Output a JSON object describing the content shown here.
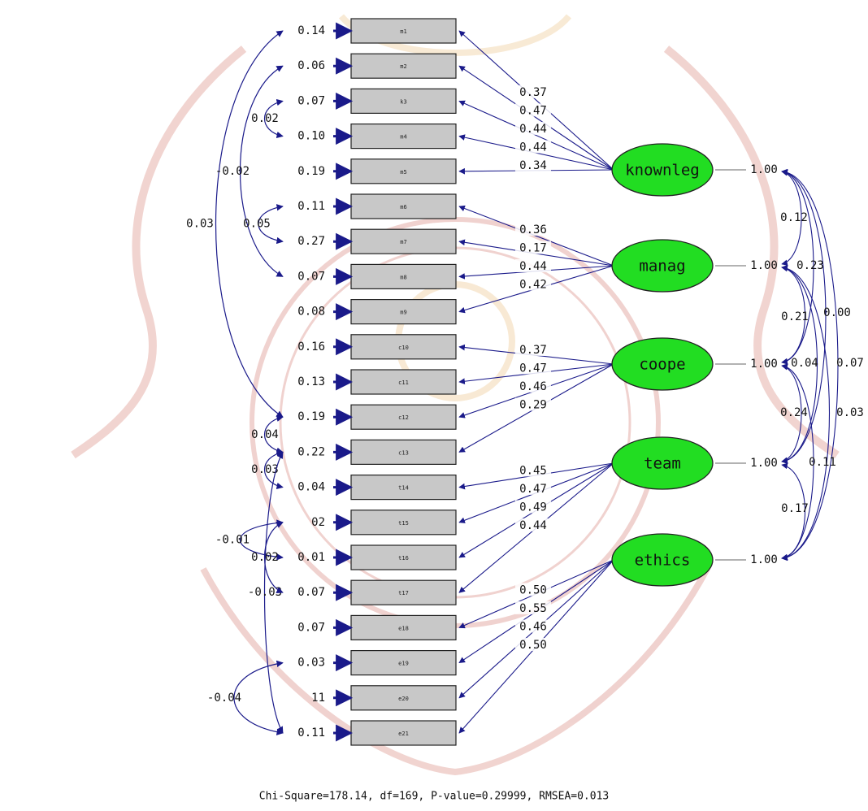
{
  "indicators": [
    {
      "code": "m1",
      "error": "0.14"
    },
    {
      "code": "m2",
      "error": "0.06"
    },
    {
      "code": "k3",
      "error": "0.07"
    },
    {
      "code": "m4",
      "error": "0.10"
    },
    {
      "code": "m5",
      "error": "0.19"
    },
    {
      "code": "m6",
      "error": "0.11"
    },
    {
      "code": "m7",
      "error": "0.27"
    },
    {
      "code": "m8",
      "error": "0.07"
    },
    {
      "code": "m9",
      "error": "0.08"
    },
    {
      "code": "c10",
      "error": "0.16"
    },
    {
      "code": "c11",
      "error": "0.13"
    },
    {
      "code": "c12",
      "error": "0.19"
    },
    {
      "code": "c13",
      "error": "0.22"
    },
    {
      "code": "t14",
      "error": "0.04"
    },
    {
      "code": "t15",
      "error": "02"
    },
    {
      "code": "t16",
      "error": "0.01"
    },
    {
      "code": "t17",
      "error": "0.07"
    },
    {
      "code": "e18",
      "error": "0.07"
    },
    {
      "code": "e19",
      "error": "0.03"
    },
    {
      "code": "e20",
      "error": "11"
    },
    {
      "code": "e21",
      "error": "0.11"
    }
  ],
  "latents": [
    {
      "name": "knownleg",
      "variance": "1.00"
    },
    {
      "name": "manag",
      "variance": "1.00"
    },
    {
      "name": "coope",
      "variance": "1.00"
    },
    {
      "name": "team",
      "variance": "1.00"
    },
    {
      "name": "ethics",
      "variance": "1.00"
    }
  ],
  "loadings": [
    {
      "latent": 0,
      "indicator": 0,
      "value": "0.37"
    },
    {
      "latent": 0,
      "indicator": 1,
      "value": "0.47"
    },
    {
      "latent": 0,
      "indicator": 2,
      "value": "0.44"
    },
    {
      "latent": 0,
      "indicator": 3,
      "value": "0.44"
    },
    {
      "latent": 0,
      "indicator": 4,
      "value": "0.34"
    },
    {
      "latent": 1,
      "indicator": 5,
      "value": "0.36"
    },
    {
      "latent": 1,
      "indicator": 6,
      "value": "0.17"
    },
    {
      "latent": 1,
      "indicator": 7,
      "value": "0.44"
    },
    {
      "latent": 1,
      "indicator": 8,
      "value": "0.42"
    },
    {
      "latent": 2,
      "indicator": 9,
      "value": "0.37"
    },
    {
      "latent": 2,
      "indicator": 10,
      "value": "0.47"
    },
    {
      "latent": 2,
      "indicator": 11,
      "value": "0.46"
    },
    {
      "latent": 2,
      "indicator": 12,
      "value": "0.29"
    },
    {
      "latent": 3,
      "indicator": 13,
      "value": "0.45"
    },
    {
      "latent": 3,
      "indicator": 14,
      "value": "0.47"
    },
    {
      "latent": 3,
      "indicator": 15,
      "value": "0.49"
    },
    {
      "latent": 3,
      "indicator": 16,
      "value": "0.44"
    },
    {
      "latent": 4,
      "indicator": 17,
      "value": "0.50"
    },
    {
      "latent": 4,
      "indicator": 18,
      "value": "0.55"
    },
    {
      "latent": 4,
      "indicator": 19,
      "value": "0.46"
    },
    {
      "latent": 4,
      "indicator": 20,
      "value": "0.50"
    }
  ],
  "error_covariances": [
    {
      "from": 0,
      "to": 11,
      "value": "0.03"
    },
    {
      "from": 1,
      "to": 7,
      "value": "-0.02"
    },
    {
      "from": 2,
      "to": 3,
      "value": "0.02"
    },
    {
      "from": 5,
      "to": 6,
      "value": "0.05"
    },
    {
      "from": 11,
      "to": 12,
      "value": "0.04"
    },
    {
      "from": 12,
      "to": 13,
      "value": "0.03"
    },
    {
      "from": 12,
      "to": 20,
      "value": "-0.03"
    },
    {
      "from": 14,
      "to": 15,
      "value": "-0.01"
    },
    {
      "from": 14,
      "to": 16,
      "value": "0.02"
    },
    {
      "from": 18,
      "to": 20,
      "value": "-0.04"
    }
  ],
  "factor_correlations": [
    {
      "from": 0,
      "to": 1,
      "value": "0.12"
    },
    {
      "from": 0,
      "to": 2,
      "value": "0.21"
    },
    {
      "from": 0,
      "to": 3,
      "value": "0.04"
    },
    {
      "from": 0,
      "to": 4,
      "value": "0.07"
    },
    {
      "from": 1,
      "to": 2,
      "value": "0.23"
    },
    {
      "from": 1,
      "to": 3,
      "value": "0.00"
    },
    {
      "from": 1,
      "to": 4,
      "value": "0.03"
    },
    {
      "from": 2,
      "to": 3,
      "value": "0.24"
    },
    {
      "from": 2,
      "to": 4,
      "value": "0.11"
    },
    {
      "from": 3,
      "to": 4,
      "value": "0.17"
    }
  ],
  "fit_summary": "Chi-Square=178.14, df=169, P-value=0.29999, RMSEA=0.013",
  "colors": {
    "line": "#1a1a8a",
    "box_fill": "#c8c8c8",
    "latent_fill": "#22dd22",
    "watermark": "#c0392b"
  }
}
